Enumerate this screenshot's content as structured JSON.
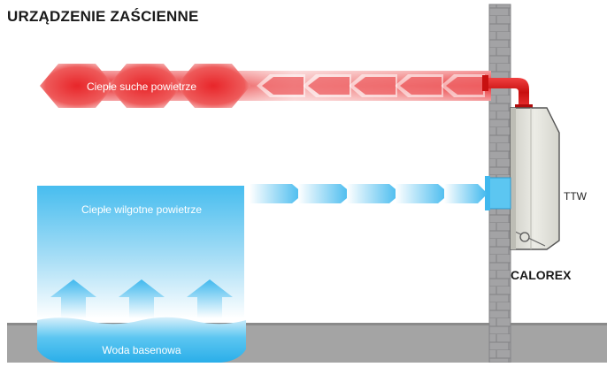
{
  "title": "URZĄDZENIE ZAŚCIENNE",
  "labels": {
    "hot_dry_air": "Ciepłe suche powietrze",
    "warm_humid_air": "Ciepłe wilgotne powietrze",
    "pool_water": "Woda basenowa",
    "unit_model": "TTW",
    "brand": "CALOREX"
  },
  "colors": {
    "hot_air": "#e8262a",
    "humid_air": "#3fb8ee",
    "wall": "#9a9a9c",
    "unit_body": "#e3e3dc",
    "floor": "#9a9a9a"
  }
}
